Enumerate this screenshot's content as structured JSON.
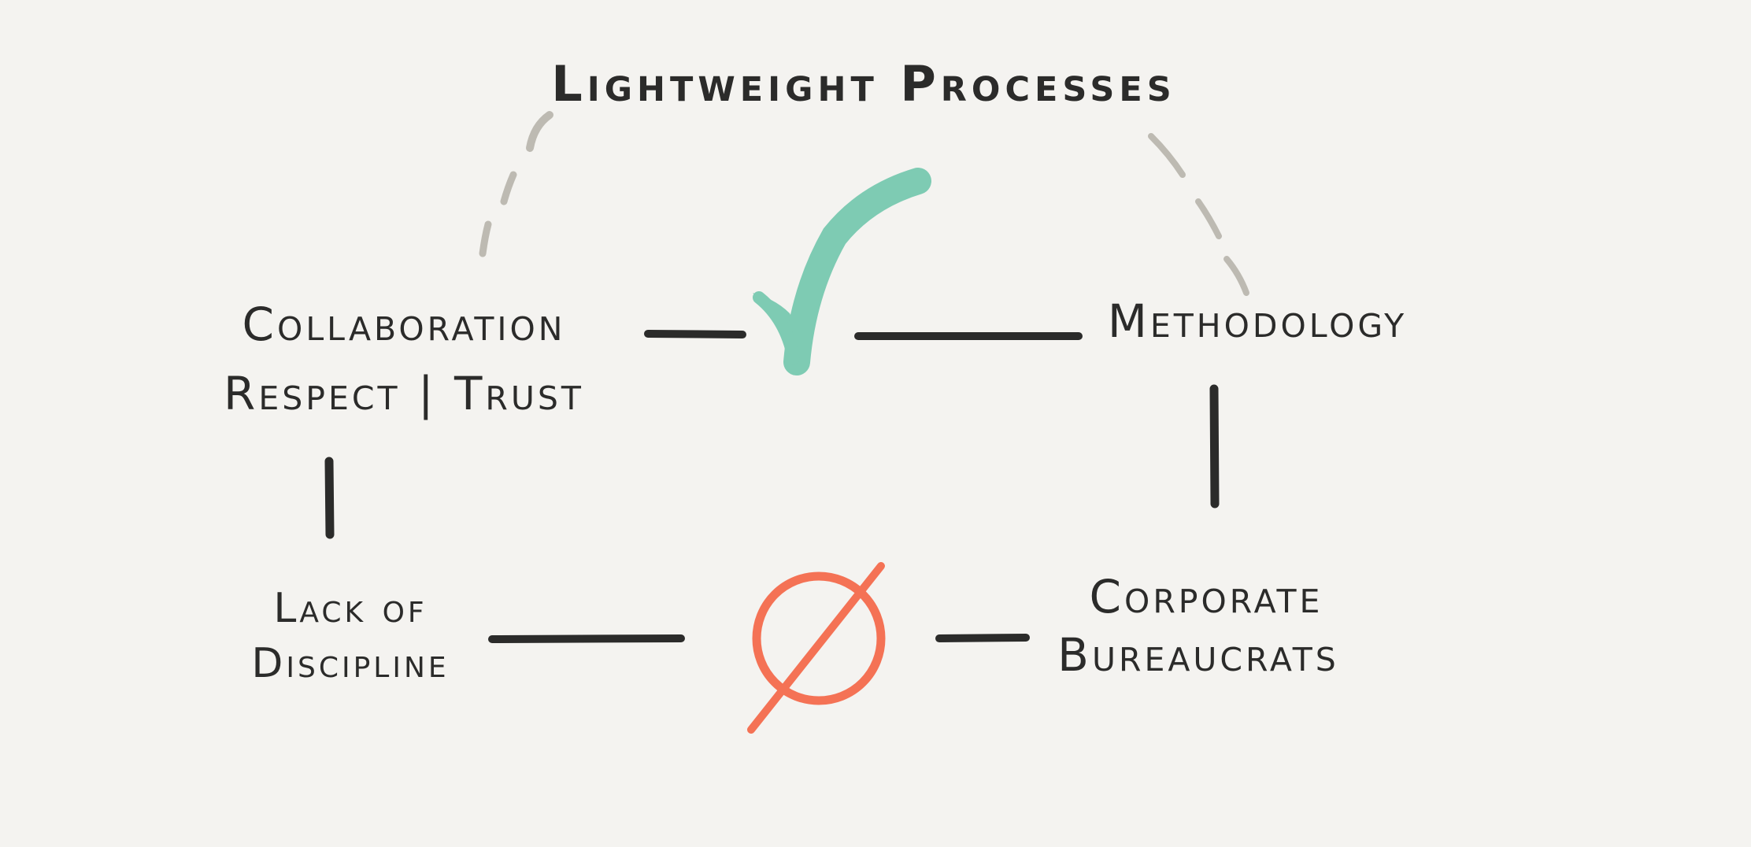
{
  "title": "Lightweight Processes",
  "nodes": {
    "collaboration": {
      "line1": "Collaboration",
      "line2": "Respect | Trust"
    },
    "methodology": {
      "line1": "Methodology"
    },
    "lack_of_discipline": {
      "line1": "Lack of",
      "line2": "Discipline"
    },
    "corporate_bureaucrats": {
      "line1": "Corporate",
      "line2": "Bureaucrats"
    }
  },
  "symbols": {
    "positive": "checkmark-icon",
    "negative": "empty-set-icon"
  },
  "colors": {
    "background": "#f4f3f0",
    "ink": "#2b2b2a",
    "checkmark": "#7ecbb3",
    "empty_set": "#f47255",
    "dashed_arc": "#bdbab2"
  }
}
